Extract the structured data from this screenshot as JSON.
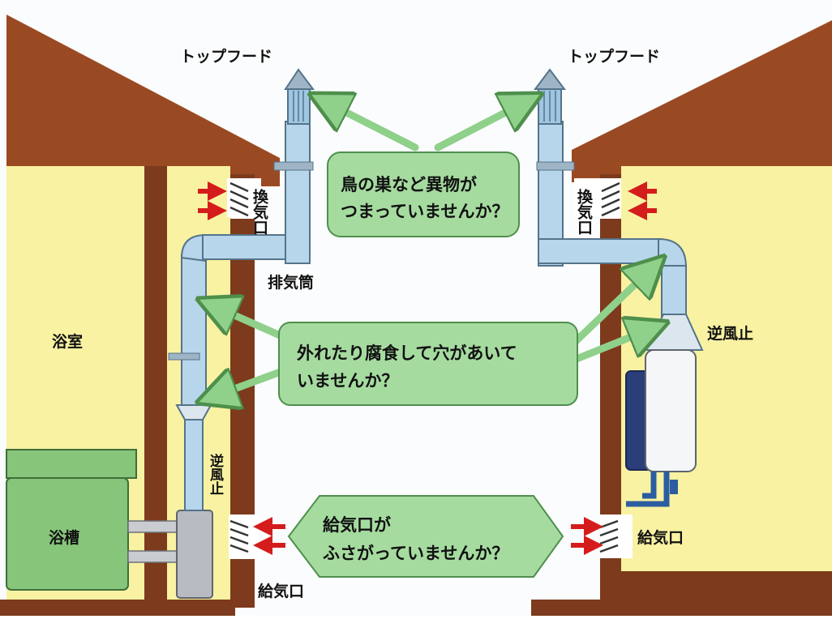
{
  "labels": {
    "top_hood_left": "トップフード",
    "top_hood_right": "トップフード",
    "vent_left": "換気口",
    "vent_right": "換気口",
    "exhaust_pipe": "排気筒",
    "bathroom": "浴室",
    "bathtub": "浴槽",
    "backdraft_right": "逆風止",
    "backdraft_left": "逆風止",
    "supply_port_right": "給気口",
    "supply_port_bottom": "給気口"
  },
  "bubbles": {
    "top": [
      "鳥の巣など異物が",
      "つまっていませんか？"
    ],
    "middle": [
      "外れたり腐食して穴があいて",
      "いませんか？"
    ],
    "bottom": [
      "給気口が",
      "ふさがっていませんか？"
    ]
  },
  "colors": {
    "roof": "#9a4a22",
    "wall": "#7d3a1c",
    "room": "#f8f2a2",
    "pipe": "#b7d6ec",
    "pipe_edge": "#55738a",
    "bubble": "#a6dba0",
    "bubble_edge": "#4e8f4c",
    "arrow": "#d51c1c",
    "tub": "#86c57a",
    "heater": "#f4f6f8"
  }
}
